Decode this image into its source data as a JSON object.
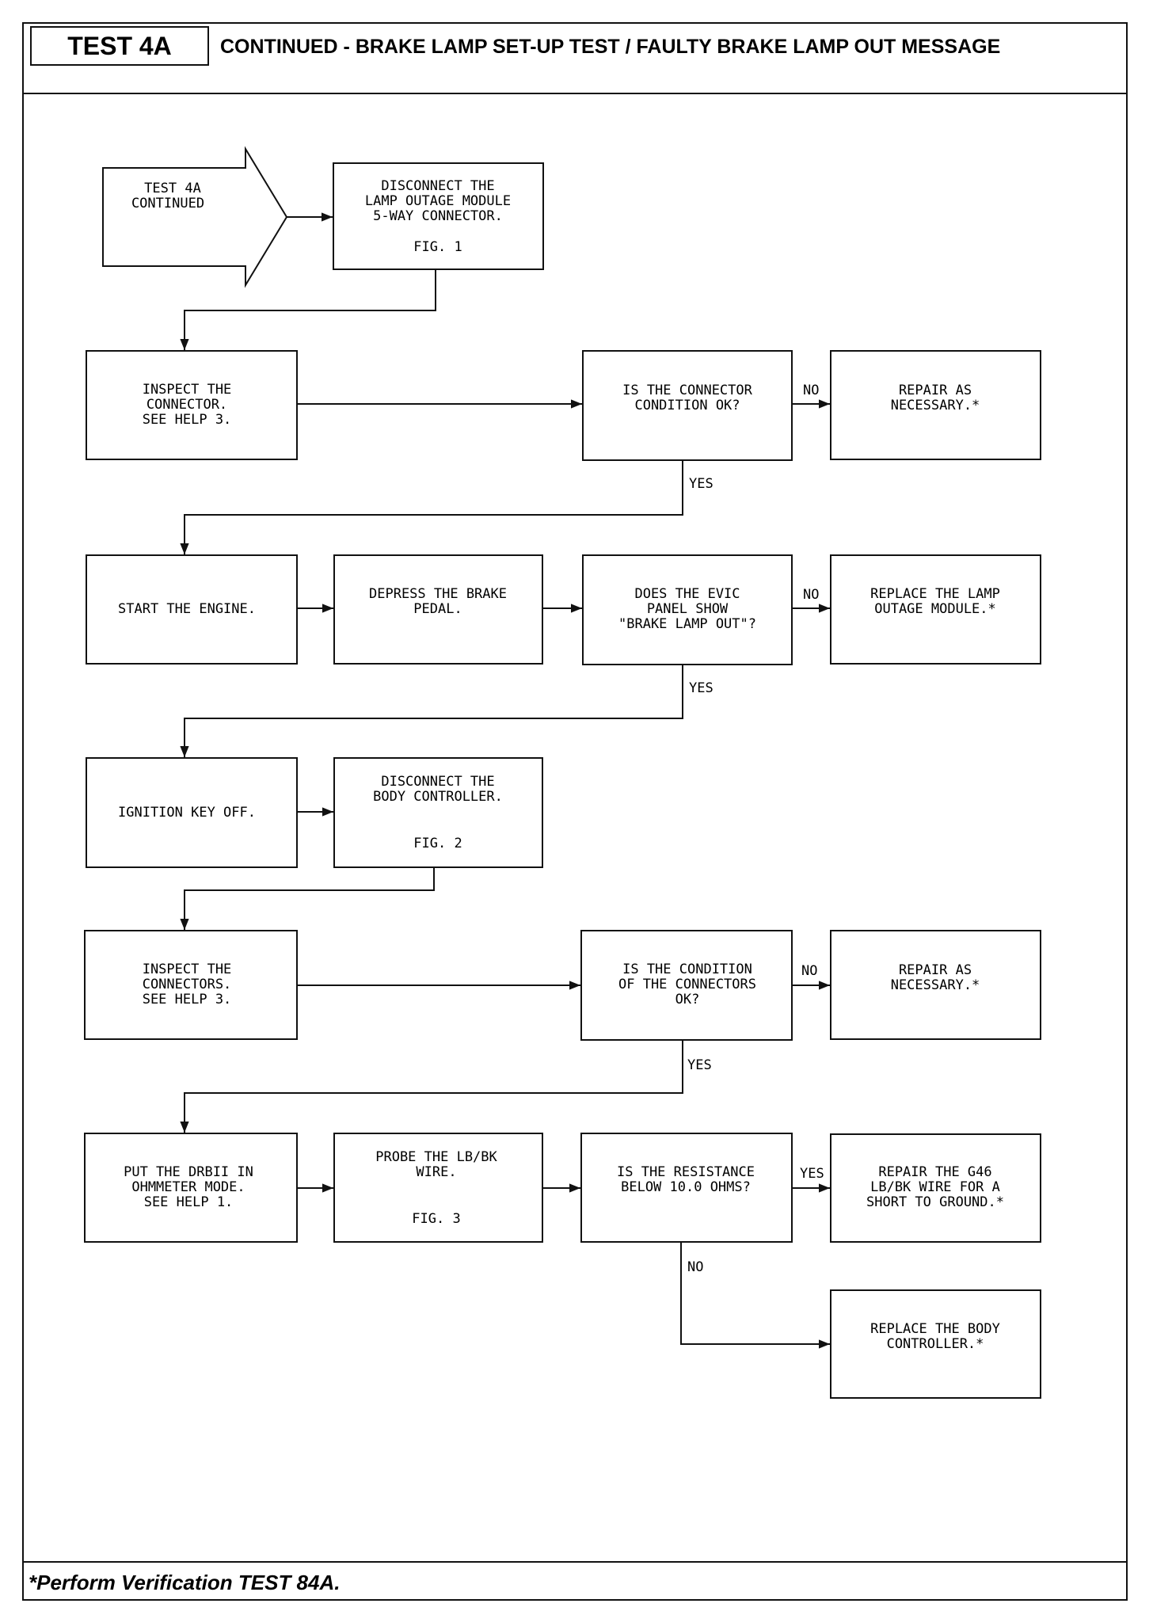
{
  "header": {
    "test_label": "TEST 4A",
    "title": "CONTINUED - BRAKE LAMP SET-UP TEST / FAULTY BRAKE LAMP OUT MESSAGE"
  },
  "footer": {
    "note": "*Perform Verification TEST 84A."
  },
  "start_arrow": {
    "lines": [
      "TEST 4A",
      "CONTINUED"
    ]
  },
  "boxes": {
    "disconnect_lamp_module": [
      "DISCONNECT THE",
      "LAMP OUTAGE MODULE",
      "5-WAY CONNECTOR.",
      "",
      "FIG. 1"
    ],
    "inspect_connector": [
      "INSPECT THE",
      "CONNECTOR.",
      "SEE HELP 3."
    ],
    "connector_ok_decision": [
      "IS THE CONNECTOR",
      "CONDITION OK?"
    ],
    "repair_1": [
      "REPAIR AS",
      "NECESSARY.*"
    ],
    "start_engine": [
      "START THE ENGINE."
    ],
    "depress_pedal": [
      "DEPRESS THE BRAKE",
      "PEDAL."
    ],
    "evic_decision": [
      "DOES THE EVIC",
      "PANEL SHOW",
      "\"BRAKE LAMP OUT\"?"
    ],
    "replace_lamp_module": [
      "REPLACE THE LAMP",
      "OUTAGE MODULE.*"
    ],
    "ignition_off": [
      "IGNITION KEY OFF."
    ],
    "disconnect_body_controller": [
      "DISCONNECT THE",
      "BODY CONTROLLER.",
      "",
      "FIG. 2"
    ],
    "inspect_connectors": [
      "INSPECT THE",
      "CONNECTORS.",
      "SEE HELP 3."
    ],
    "connectors_ok_decision": [
      "IS THE CONDITION",
      "OF THE CONNECTORS",
      "OK?"
    ],
    "repair_2": [
      "REPAIR AS",
      "NECESSARY.*"
    ],
    "ohmmeter_mode": [
      "PUT THE DRBII IN",
      "OHMMETER MODE.",
      "SEE HELP 1."
    ],
    "probe_wire": [
      "PROBE THE LB/BK",
      "WIRE.",
      "",
      "FIG. 3"
    ],
    "resistance_decision": [
      "IS THE RESISTANCE",
      "BELOW 10.0 OHMS?"
    ],
    "repair_g46": [
      "REPAIR THE G46",
      "LB/BK WIRE FOR A",
      "SHORT TO GROUND.*"
    ],
    "replace_body_controller": [
      "REPLACE THE BODY",
      "CONTROLLER.*"
    ]
  },
  "labels": {
    "no_1": "NO",
    "yes_1": "YES",
    "no_2": "NO",
    "yes_2": "YES",
    "no_3": "NO",
    "yes_3": "YES",
    "yes_4": "YES",
    "no_4": "NO"
  },
  "colors": {
    "ink": "#111111",
    "paper": "#ffffff"
  }
}
